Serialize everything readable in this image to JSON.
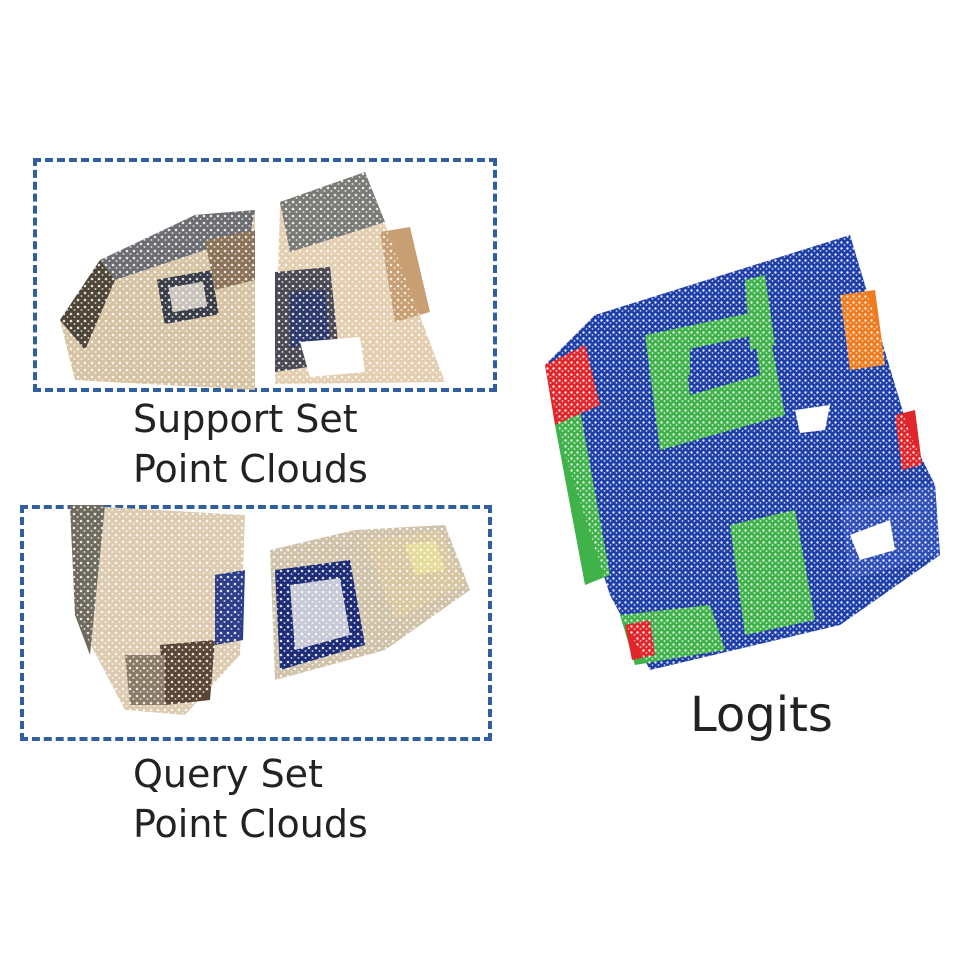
{
  "support": {
    "caption_line1": "Support Set",
    "caption_line2": "Point Clouds"
  },
  "query": {
    "caption_line1": "Query Set",
    "caption_line2": "Point Clouds"
  },
  "logits": {
    "caption": "Logits"
  },
  "colors": {
    "dashed_border": "#2f5f9f",
    "logit_blue": "#1f3fa8",
    "logit_green": "#3fb24a",
    "logit_red": "#e0262a",
    "logit_orange": "#f07a1e",
    "room_beige": "#d8c4a4",
    "room_dark": "#5a4a38"
  }
}
